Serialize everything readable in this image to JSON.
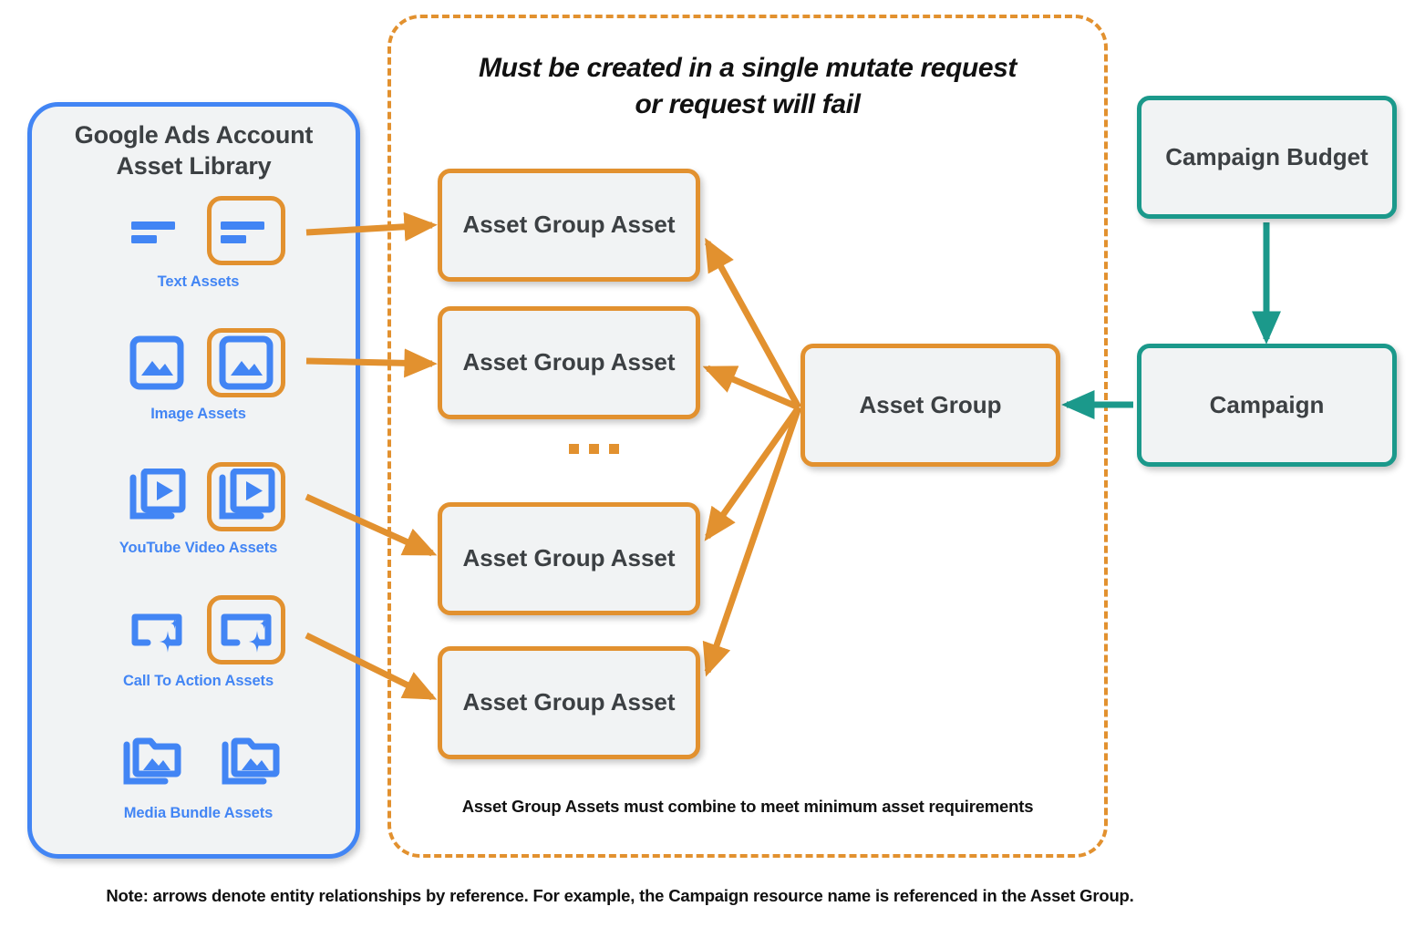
{
  "library": {
    "title_line1": "Google Ads Account",
    "title_line2": "Asset Library",
    "accent_color": "#4285f4",
    "highlight_color": "#e2912f",
    "items": [
      {
        "label": "Text Assets",
        "icon": "text-lines-icon",
        "highlighted": true
      },
      {
        "label": "Image Assets",
        "icon": "image-picture-icon",
        "highlighted": true
      },
      {
        "label": "YouTube Video  Assets",
        "icon": "video-play-stack-icon",
        "highlighted": true
      },
      {
        "label": "Call To Action Assets",
        "icon": "call-to-action-sparkle-icon",
        "highlighted": true
      },
      {
        "label": "Media Bundle  Assets",
        "icon": "media-bundle-folder-icon",
        "highlighted": false
      }
    ]
  },
  "mutate_group": {
    "note_line1": "Must be created in a single mutate request",
    "note_line2": "or request will fail",
    "footer_note": "Asset Group Assets must combine to meet minimum asset requirements",
    "border_color": "#e2912f",
    "asset_group_assets": [
      {
        "label": "Asset Group Asset"
      },
      {
        "label": "Asset Group Asset"
      },
      {
        "label": "Asset Group Asset"
      },
      {
        "label": "Asset Group Asset"
      }
    ],
    "ellipsis": "..."
  },
  "nodes": {
    "asset_group": {
      "label": "Asset Group",
      "color": "#e2912f"
    },
    "campaign_budget": {
      "label": "Campaign Budget",
      "color": "#1b998b"
    },
    "campaign": {
      "label": "Campaign",
      "color": "#1b998b"
    }
  },
  "footer": {
    "note": "Note: arrows denote entity relationships by reference. For example, the Campaign resource name is referenced in the Asset Group."
  }
}
